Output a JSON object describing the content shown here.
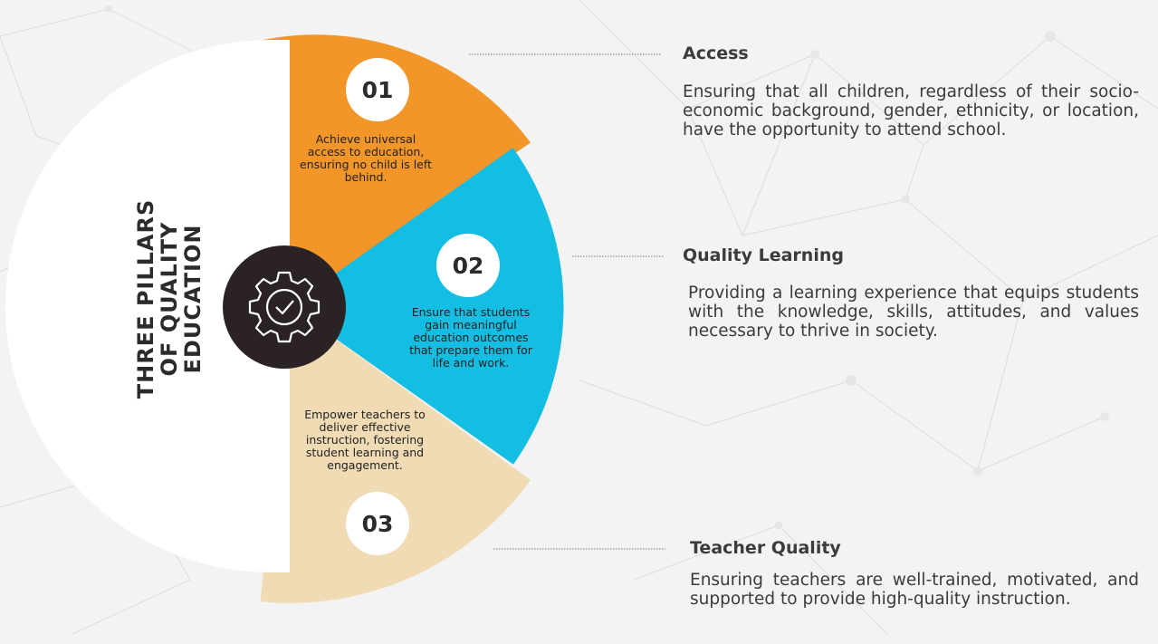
{
  "title": "THREE PILLARS\nOF QUALITY\nEDUCATION",
  "center_icon": "gear-check-icon",
  "colors": {
    "background": "#f3f3f3",
    "pillar_1": "#f2962a",
    "pillar_2": "#14bde2",
    "pillar_3": "#f0dbb4",
    "hub": "#2b2323",
    "title_disc": "#ffffff"
  },
  "pillars": [
    {
      "number": "01",
      "summary": "Achieve universal access to education, ensuring no child is left behind.",
      "heading": "Access",
      "description": "Ensuring that all children, regardless of their socio-economic background, gender, ethnicity, or location, have the opportunity to attend school."
    },
    {
      "number": "02",
      "summary": "Ensure that students gain meaningful education outcomes that prepare them for life and work.",
      "heading": "Quality Learning",
      "description": "Providing a learning experience that equips students with the knowledge, skills, attitudes, and values necessary to thrive in society."
    },
    {
      "number": "03",
      "summary": "Empower teachers to deliver effective instruction, fostering student learning and engagement.",
      "heading": "Teacher Quality",
      "description": "Ensuring teachers are well-trained, motivated, and supported to provide high-quality instruction."
    }
  ]
}
